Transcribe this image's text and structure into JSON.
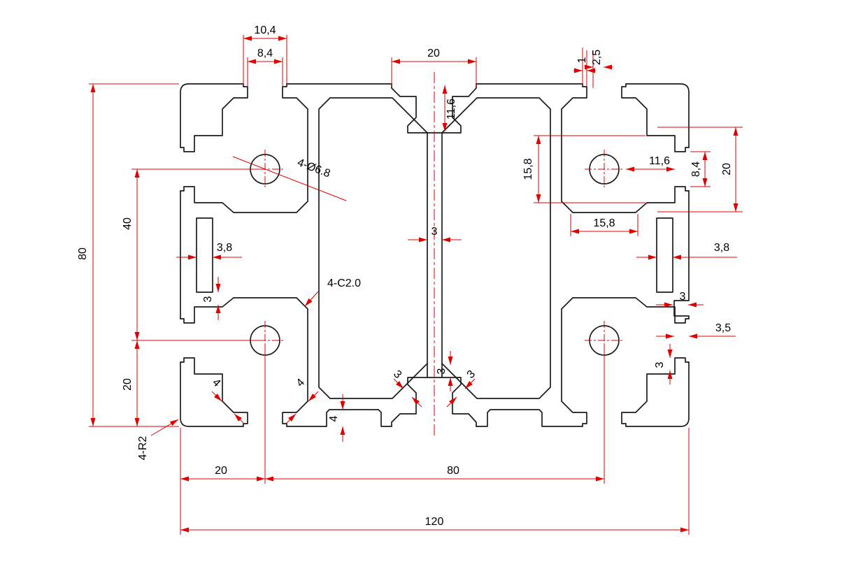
{
  "drawing": {
    "kind": "aluminium-extrusion-profile-cross-section",
    "colors": {
      "outline": "#1c1c1c",
      "dimension": "#e00000",
      "text": "#000000"
    },
    "dims": {
      "top_slot_outer_width": "10,4",
      "top_slot_opening": "8,4",
      "top_center_slot_width": "20",
      "slot_lip_step": "1",
      "slot_lip_depth": "2,5",
      "center_slot_depth": "11,6",
      "side_chamber_height": "15,8",
      "side_slot_depth": "11,6",
      "side_slot_opening": "8,4",
      "side_slot_region": "20",
      "chamber_width": "15,8",
      "left_wall_thickness": "3,8",
      "right_wall_thickness": "3,8",
      "web_thickness": "3",
      "hole_callout": "4-Ø6.8",
      "chamfer_callout": "4-C2.0",
      "overall_height": "80",
      "hole_vertical_pitch": "40",
      "hole_bottom_offset": "20",
      "inner_wall_left": "3",
      "chamfer_sw": "4",
      "chamfer_se": "4",
      "bottom_recess_depth": "4",
      "center_wall_left": "3",
      "center_wall_mid": "3",
      "center_wall_right": "3",
      "corner_radius_callout": "4-R2",
      "hole_left_offset": "20",
      "hole_horizontal_pitch": "80",
      "overall_width": "120",
      "right_inner_wall": "3",
      "right_notch_depth": "3,5",
      "right_lip_wall": "3"
    }
  }
}
